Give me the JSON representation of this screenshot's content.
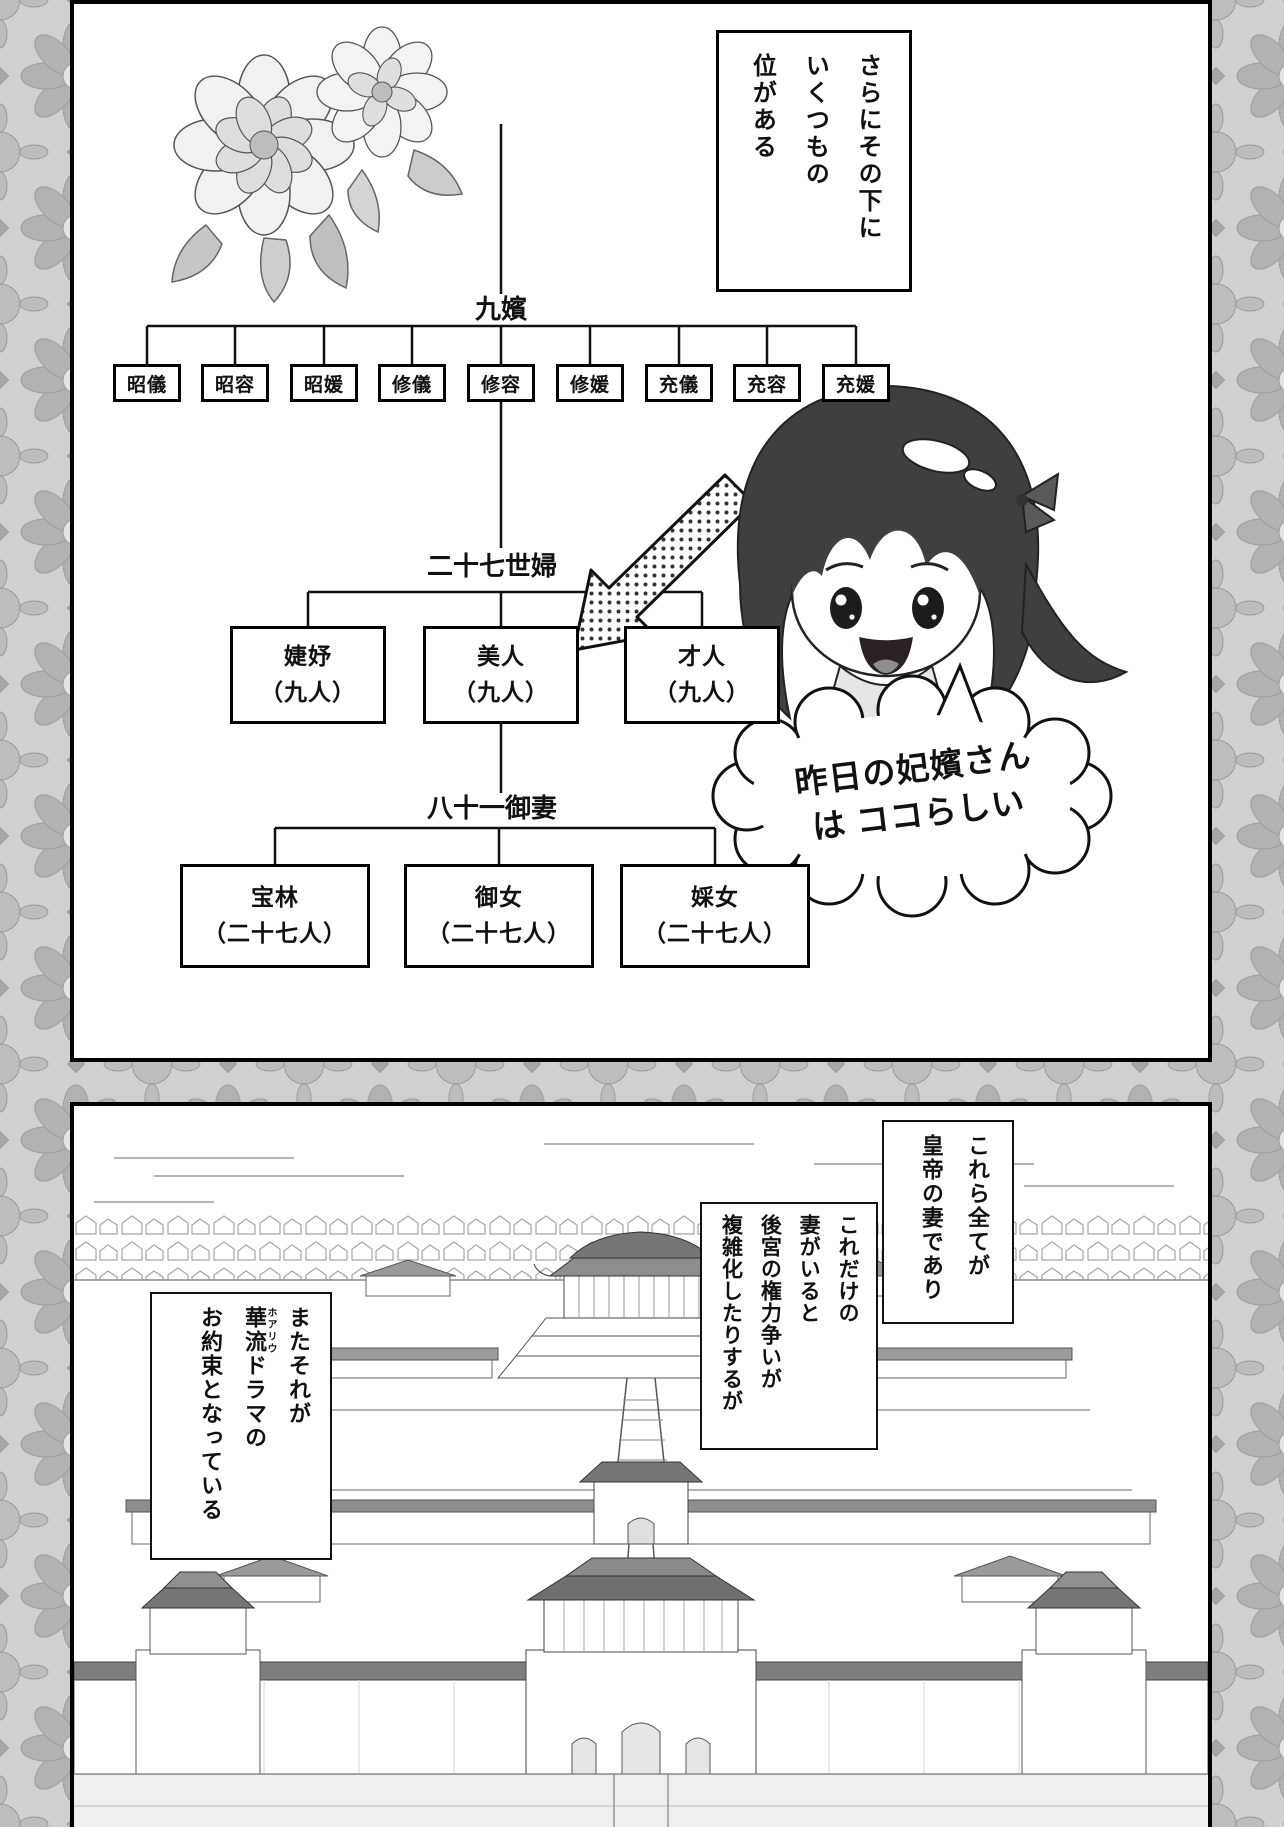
{
  "top_panel": {
    "info_box": {
      "lines": [
        "さらにその下に",
        "いくつもの",
        "位がある"
      ]
    },
    "tree": {
      "rank1_title": "九嬪",
      "rank1_items": [
        "昭儀",
        "昭容",
        "昭媛",
        "修儀",
        "修容",
        "修媛",
        "充儀",
        "充容",
        "充媛"
      ],
      "rank2_title": "二十七世婦",
      "rank2_items": [
        {
          "name": "婕妤",
          "count": "（九人）"
        },
        {
          "name": "美人",
          "count": "（九人）"
        },
        {
          "name": "才人",
          "count": "（九人）"
        }
      ],
      "rank3_title": "八十一御妻",
      "rank3_items": [
        {
          "name": "宝林",
          "count": "（二十七人）"
        },
        {
          "name": "御女",
          "count": "（二十七人）"
        },
        {
          "name": "婇女",
          "count": "（二十七人）"
        }
      ]
    },
    "speech_bubble": {
      "line1": "昨日の妃嬪さん",
      "line2": "は ココらしい"
    }
  },
  "bottom_panel": {
    "caption1": {
      "lines": [
        "これら全てが",
        "皇帝の妻であり"
      ]
    },
    "caption2": {
      "lines": [
        "これだけの",
        "妻がいると",
        "後宮の権力争いが",
        "複雑化したりするが"
      ]
    },
    "caption3": {
      "line1": "またそれが",
      "ruby_base": "華流",
      "ruby_text": "ホアリウ",
      "line2_rest": "ドラマの",
      "line3": "お約束となっている"
    }
  },
  "colors": {
    "ink": "#111111",
    "pattern_bg": "#d0d0d0",
    "pattern_motif": "#b2b2b2"
  }
}
